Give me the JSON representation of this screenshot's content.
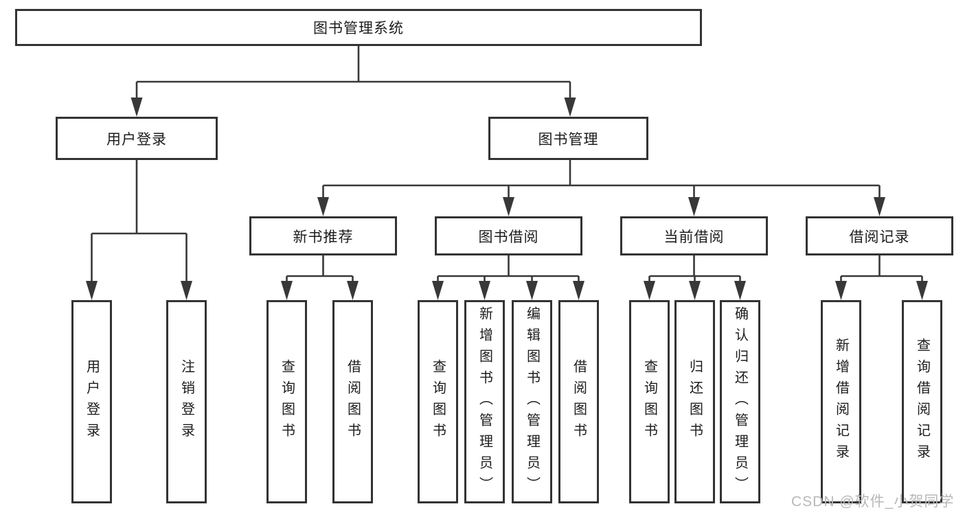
{
  "watermark": "CSDN @软件_小贺同学",
  "colors": {
    "background": "#ffffff",
    "border": "#333333",
    "line": "#383838",
    "text": "#1c1c1c",
    "watermark": "#b8b8b8"
  },
  "tree": {
    "root": "图书管理系统",
    "branches": [
      {
        "label": "用户登录",
        "leaves": [
          "用户登录",
          "注销登录"
        ]
      },
      {
        "label": "图书管理",
        "children": [
          {
            "label": "新书推荐",
            "leaves": [
              "查询图书",
              "借阅图书"
            ]
          },
          {
            "label": "图书借阅",
            "leaves": [
              "查询图书",
              "新增图书（管理员）",
              "编辑图书（管理员）",
              "借阅图书"
            ]
          },
          {
            "label": "当前借阅",
            "leaves": [
              "查询图书",
              "归还图书",
              "确认归还（管理员）"
            ]
          },
          {
            "label": "借阅记录",
            "leaves": [
              "新增借阅记录",
              "查询借阅记录"
            ]
          }
        ]
      }
    ]
  }
}
